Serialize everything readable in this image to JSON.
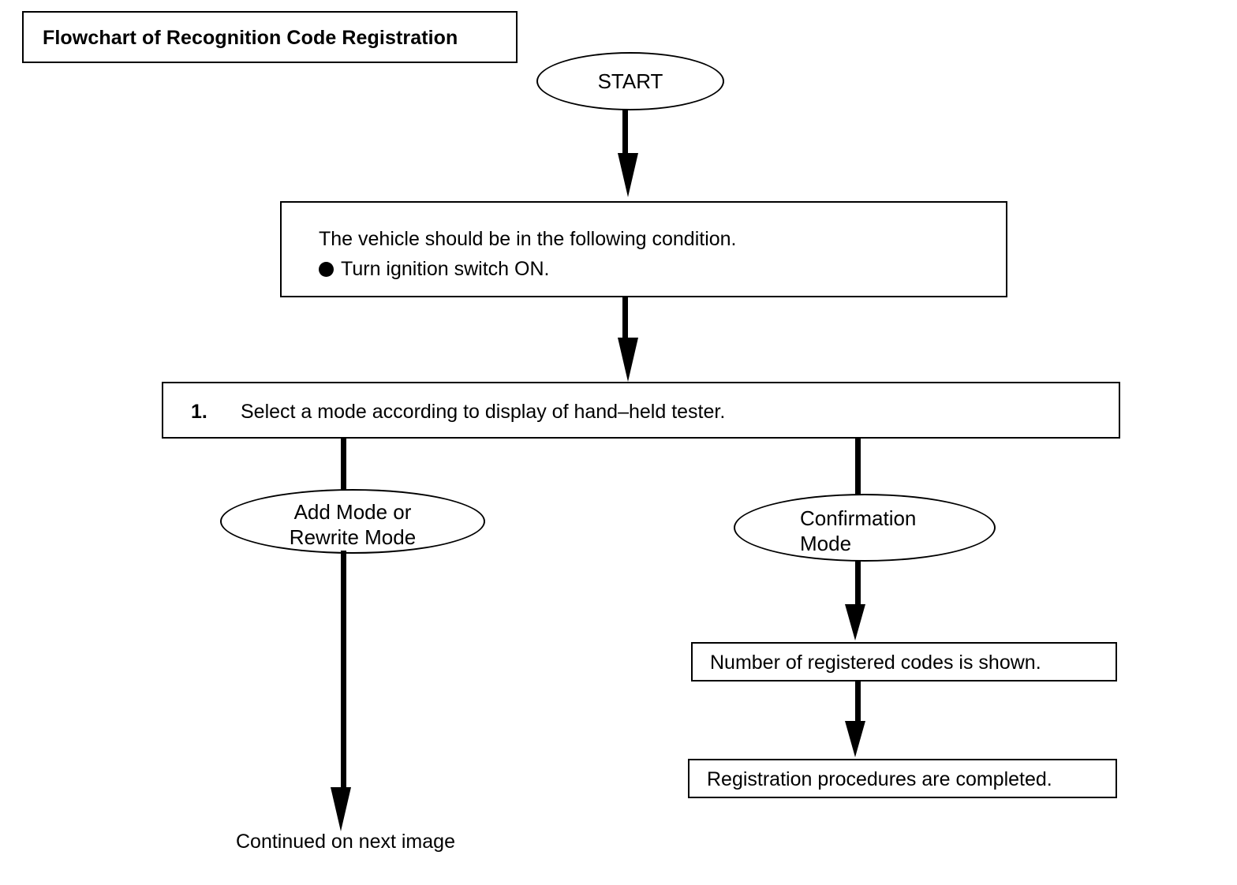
{
  "document": {
    "title": "Flowchart of Recognition Code Registration"
  },
  "flowchart": {
    "start_node": {
      "label": "START"
    },
    "condition_box": {
      "line1": "The vehicle should be in the following condition.",
      "bullet_icon": "filled-circle-bullet",
      "line2": "Turn ignition switch ON."
    },
    "step_box": {
      "number": "1.",
      "text": "Select a mode according to display of hand–held tester."
    },
    "branch_left": {
      "label": "Add Mode or\nRewrite Mode"
    },
    "branch_right": {
      "label": "Confirmation\nMode"
    },
    "result_box_1": {
      "text": "Number of registered codes is shown."
    },
    "result_box_2": {
      "text": "Registration procedures are completed."
    },
    "continuation": {
      "text": "Continued on next image"
    },
    "colors": {
      "stroke": "#000000",
      "fill": "#ffffff"
    }
  }
}
